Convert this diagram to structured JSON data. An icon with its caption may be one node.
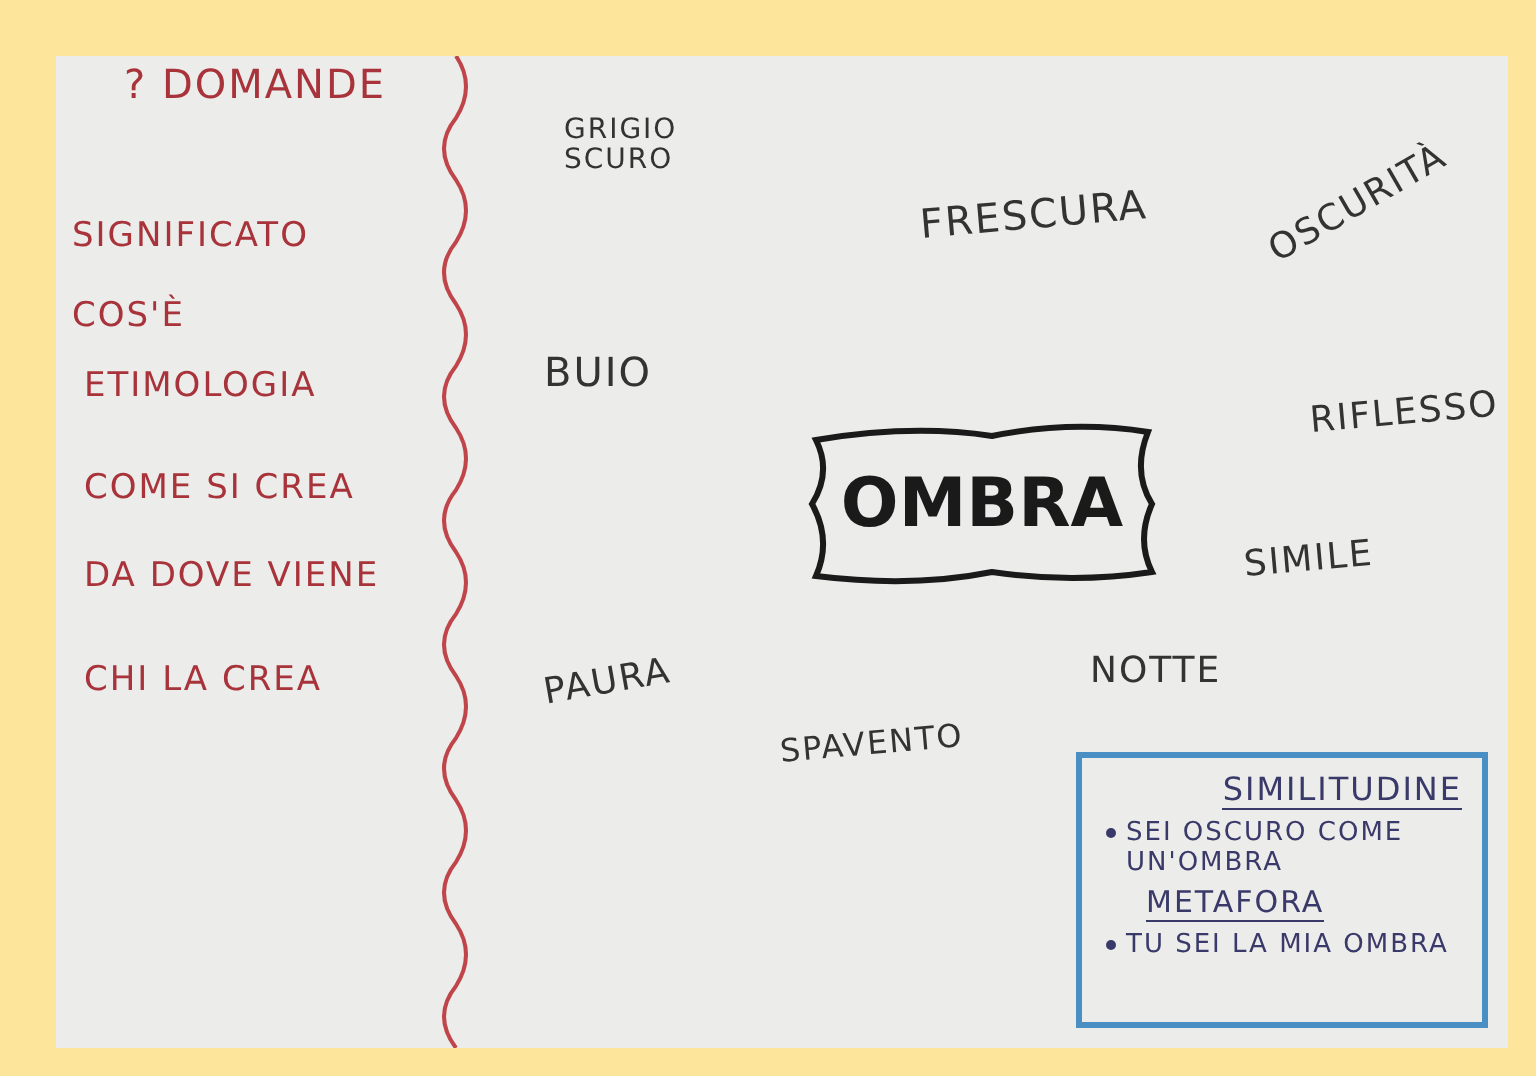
{
  "diagram": {
    "nodes": [
      {
        "text": [
          "OMBRA"
        ]
      },
      {
        "text": [
          "SIMILITUDINE",
          "SEI OSCURO COME UN'OMBRA",
          "METAFORA",
          "TU SEI LA MIA OMBRA"
        ]
      }
    ],
    "labels": [
      "? DOMANDE",
      "SIGNIFICATO",
      "COS'È",
      "ETIMOLOGIA",
      "COME SI CREA",
      "DA DOVE VIENE",
      "CHI LA CREA",
      "GRIGIO SCURO",
      "FRESCURA",
      "OSCURITÀ",
      "BUIO",
      "RIFLESSO",
      "SIMILE",
      "PAURA",
      "NOTTE",
      "SPAVENTO"
    ]
  }
}
